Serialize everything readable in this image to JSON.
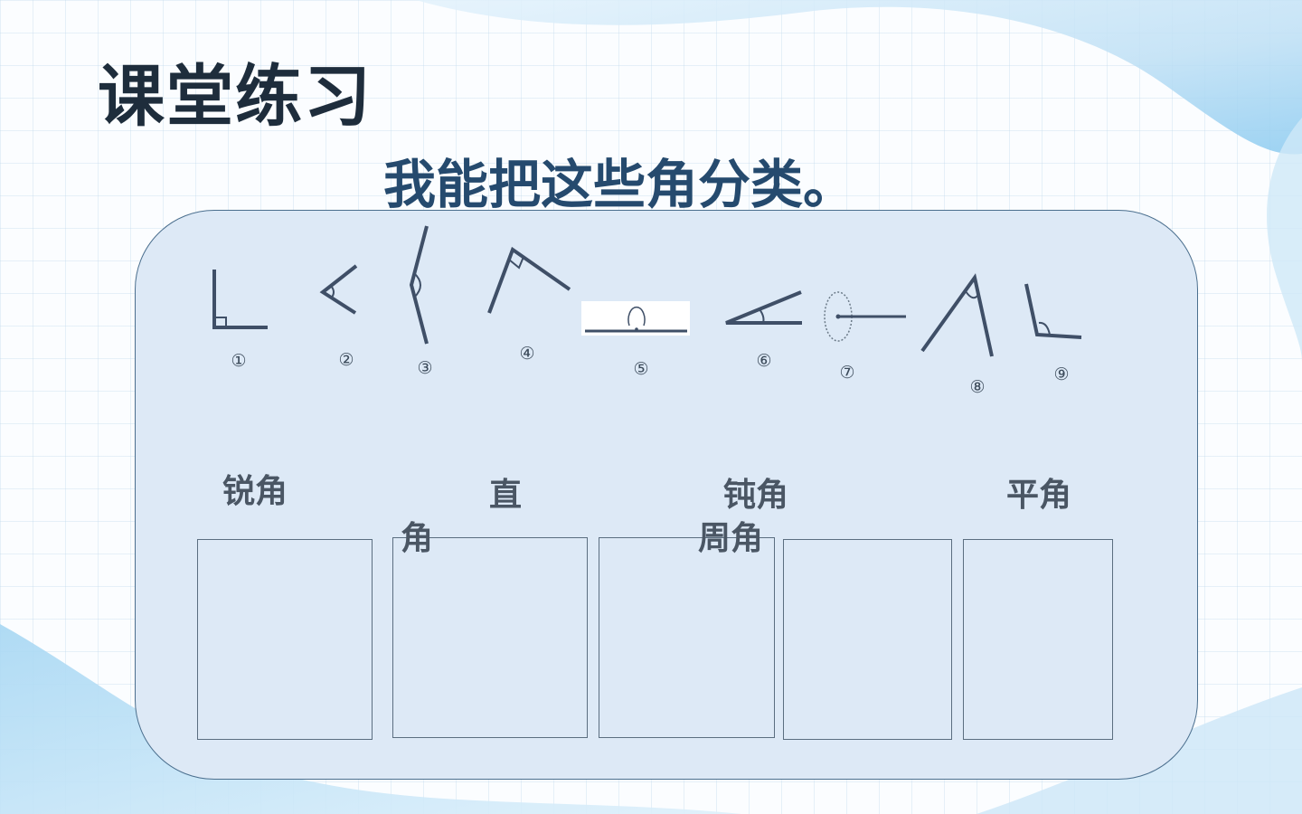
{
  "slide": {
    "title": "课堂练习",
    "subtitle": "我能把这些角分类。"
  },
  "angle_figures": [
    {
      "number": "①",
      "icon": "right-angle-icon"
    },
    {
      "number": "②",
      "icon": "acute-angle-icon"
    },
    {
      "number": "③",
      "icon": "obtuse-angle-icon"
    },
    {
      "number": "④",
      "icon": "right-angle-icon"
    },
    {
      "number": "⑤",
      "icon": "straight-angle-icon"
    },
    {
      "number": "⑥",
      "icon": "acute-angle-icon"
    },
    {
      "number": "⑦",
      "icon": "full-angle-icon"
    },
    {
      "number": "⑧",
      "icon": "acute-angle-icon"
    },
    {
      "number": "⑨",
      "icon": "obtuse-angle-icon"
    }
  ],
  "categories": {
    "acute": "锐角",
    "right_part1": "直",
    "right_part2": "角",
    "obtuse": "钝角",
    "full": "周角",
    "straight": "平角"
  },
  "colors": {
    "panel_fill": "#dde9f6",
    "panel_border": "#4b6f8e",
    "stroke": "#3f4f67",
    "title": "#1e2d3c",
    "subtitle": "#254a6e"
  }
}
